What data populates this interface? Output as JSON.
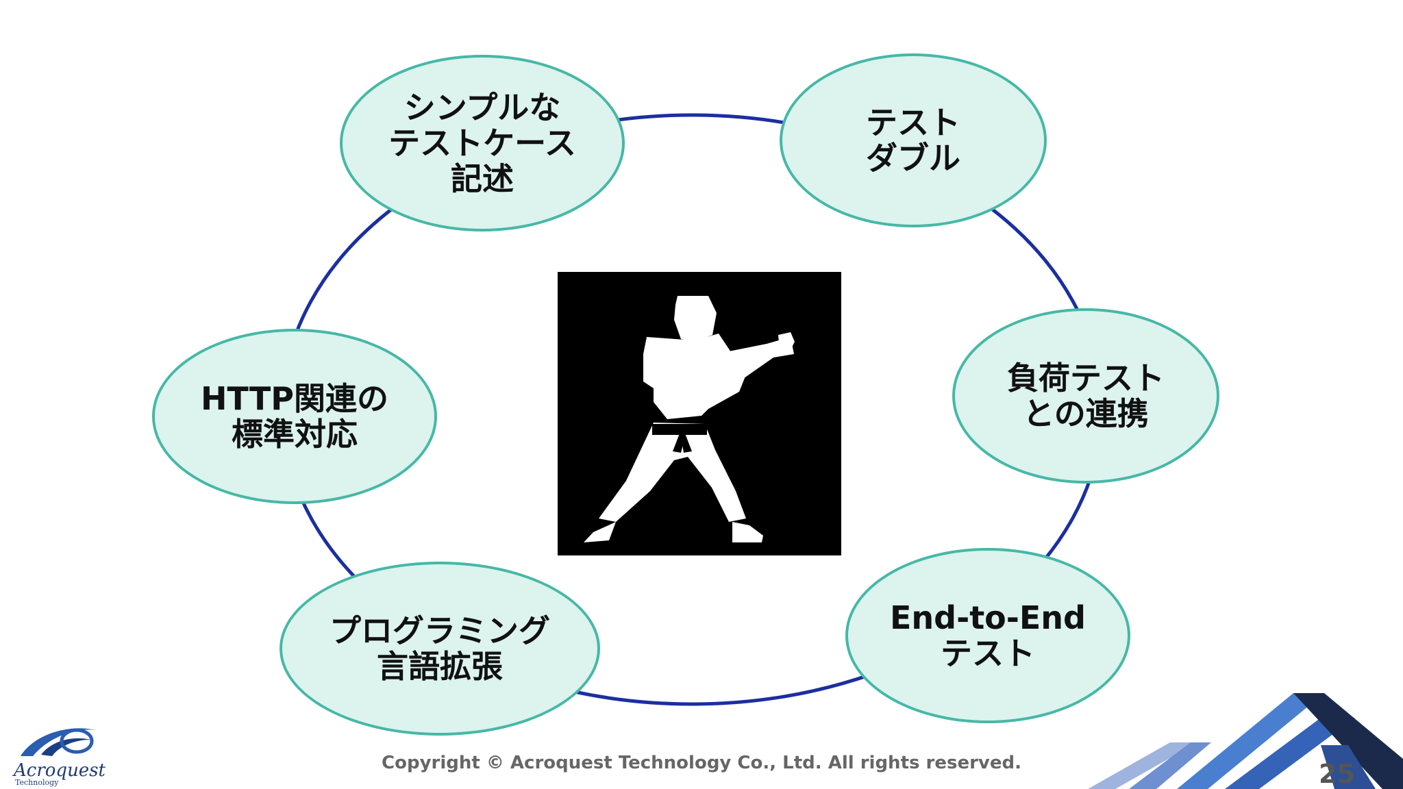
{
  "nodes": {
    "simple_testcase": {
      "lines": [
        "シンプルな",
        "テストケース",
        "記述"
      ]
    },
    "test_double": {
      "lines": [
        "テスト",
        "ダブル"
      ]
    },
    "load_test": {
      "lines": [
        "負荷テスト",
        "との連携"
      ]
    },
    "e2e_test": {
      "lines": [
        "End-to-End",
        "テスト"
      ]
    },
    "programming": {
      "lines": [
        "プログラミング",
        "言語拡張"
      ]
    },
    "http": {
      "lines": [
        "HTTP関連の",
        "標準対応"
      ]
    }
  },
  "colors": {
    "ring": "#1b2fa0",
    "node_fill": "#dcf3ee",
    "node_border": "#46b8a6",
    "center_bg": "#000000",
    "accent_dark": "#1b2a4a",
    "accent_blue": "#4a7fd0"
  },
  "center_image": {
    "icon": "karate-fighter-icon"
  },
  "footer": {
    "copyright": "Copyright © Acroquest Technology Co., Ltd. All rights reserved.",
    "page_number": "25",
    "logo_name": "Acroquest",
    "logo_sub": "Technology"
  }
}
